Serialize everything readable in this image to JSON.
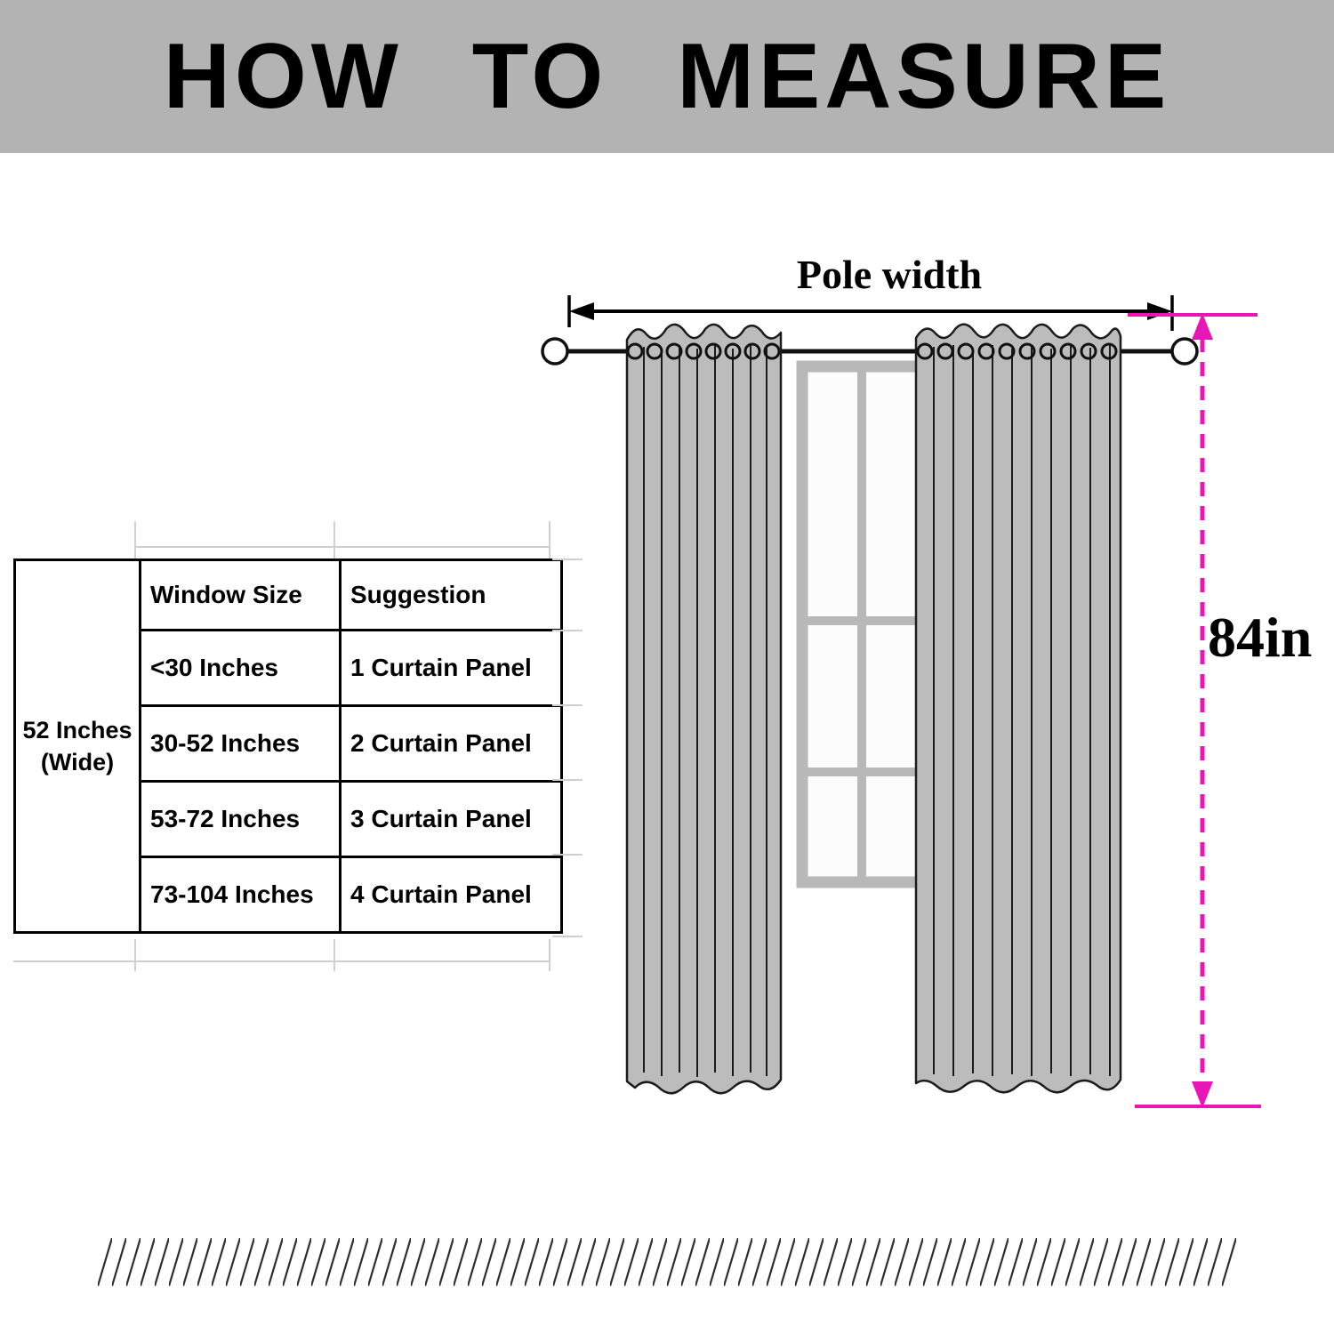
{
  "colors": {
    "accent": "#e816b6",
    "header_bg": "#b3b3b3",
    "curtain_fill": "#bcbcbc",
    "window_frame": "#b8b8b8"
  },
  "header": {
    "title": "HOW TO MEASURE"
  },
  "diagram": {
    "pole_width_label": "Pole width",
    "height_label": "84in"
  },
  "table": {
    "side_label": "52 Inches (Wide)",
    "headers": [
      "Window Size",
      "Suggestion"
    ],
    "rows": [
      {
        "window_size": "<30 Inches",
        "suggestion": "1 Curtain Panel"
      },
      {
        "window_size": "30-52 Inches",
        "suggestion": "2 Curtain Panel"
      },
      {
        "window_size": "53-72 Inches",
        "suggestion": "3 Curtain Panel"
      },
      {
        "window_size": "73-104 Inches",
        "suggestion": "4 Curtain Panel"
      }
    ]
  }
}
